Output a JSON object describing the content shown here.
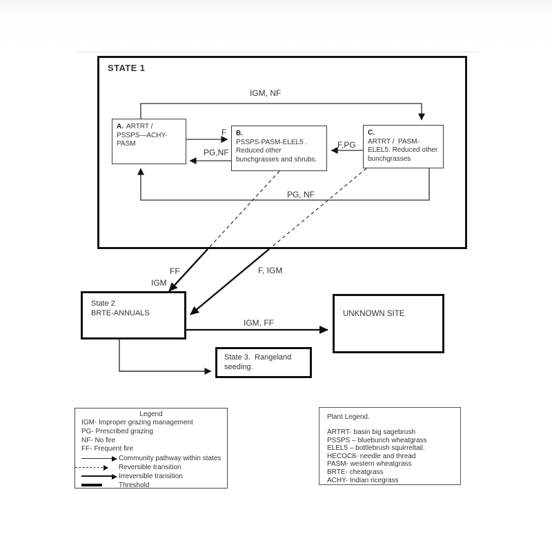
{
  "state1": {
    "label": "STATE 1",
    "box_a": {
      "id": "A.",
      "line1": "ARTRT /",
      "line2": "PSSPS—ACHY-",
      "line3": "PASM"
    },
    "box_b": {
      "id": "B.",
      "line1": "PSSPS-PASM-ELEL5 .",
      "line2": "Reduced other",
      "line3": "bunchgrasses and shrubs."
    },
    "box_c": {
      "id": "C.",
      "line1": "ARTRT /  PASM-",
      "line2": "ELEL5. Reduced other",
      "line3": "bunchgrasses"
    }
  },
  "pathway_labels": {
    "a_to_c": "IGM, NF",
    "a_to_b": "F",
    "b_to_a": "PG,NF",
    "c_to_b": "F,PG",
    "c_to_a": "PG, NF"
  },
  "transition_labels": {
    "b_to_state2_line1": "FF",
    "b_to_state2_line2": "IGM",
    "c_to_state2": "F, IGM",
    "state2_to_unknown": "IGM, FF"
  },
  "state2": {
    "line1": "State 2",
    "line2": "BRTE-ANNUALS"
  },
  "unknown_site": {
    "label": "UNKNOWN SITE"
  },
  "state3": {
    "line1": "State 3.  Rangeland",
    "line2": "seeding."
  },
  "legend": {
    "title": "Legend",
    "abbreviations": [
      "IGM- Improper grazing management",
      "PG- Prescribed grazing",
      "NF- No fire",
      "FF- Frequent fire"
    ],
    "line_items": [
      {
        "label": "Community pathway within states"
      },
      {
        "label": "Reversible transition"
      },
      {
        "label": "Irreversible transition"
      },
      {
        "label": "Threshold"
      }
    ]
  },
  "plant_legend": {
    "title": "Plant Legend.",
    "items": [
      "ARTRT- basin big sagebrush",
      "PSSPS – bluebunch wheatgrass",
      "ELEL5 – bottlebrush squirreltail.",
      "HECOC8- needle and thread",
      "PASM- western wheatgrass",
      "BRTE- cheatgrass",
      "ACHY- Indian ricegrass"
    ]
  },
  "colors": {
    "line": "#1a1a1a",
    "text": "#2e2e2e",
    "background": "#ffffff"
  }
}
